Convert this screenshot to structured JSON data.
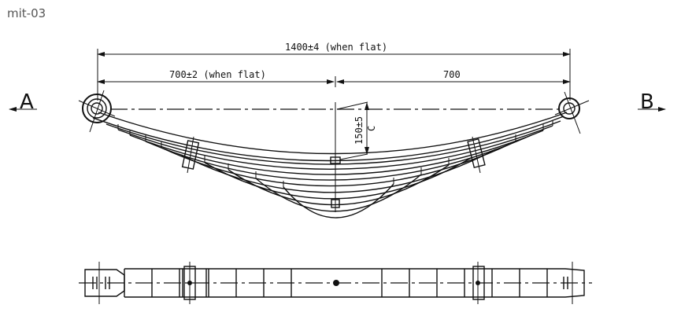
{
  "title": "mit-03",
  "drawing": {
    "subject": "leaf-spring",
    "views": [
      "side-elevation",
      "top-plan"
    ],
    "dimensions": {
      "overall_length": "1400±4 (when flat)",
      "left_half": "700±2 (when flat)",
      "right_half": "700",
      "camber": "150±5",
      "camber_label": "C"
    },
    "view_markers": {
      "left": "A",
      "right": "B"
    }
  }
}
